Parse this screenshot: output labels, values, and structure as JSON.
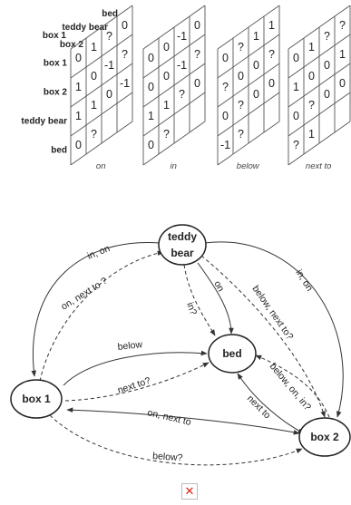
{
  "matrices": {
    "row_labels": [
      "box 1",
      "box 2",
      "teddy bear",
      "bed"
    ],
    "col_labels": [
      "box 1",
      "box 2",
      "teddy bear",
      "bed"
    ],
    "relations": [
      {
        "name": "on",
        "rows": [
          [
            "0",
            "1",
            "?",
            "0"
          ],
          [
            "1",
            "0",
            "-1",
            "?"
          ],
          [
            "1",
            "1",
            "0",
            "-1"
          ],
          [
            "0",
            "?",
            "",
            ""
          ]
        ]
      },
      {
        "name": "in",
        "rows": [
          [
            "0",
            "0",
            "-1",
            "0"
          ],
          [
            "0",
            "0",
            "-1",
            "?"
          ],
          [
            "1",
            "1",
            "?",
            "0"
          ],
          [
            "0",
            "?",
            "",
            ""
          ]
        ]
      },
      {
        "name": "below",
        "rows": [
          [
            "0",
            "?",
            "1",
            "1"
          ],
          [
            "?",
            "0",
            "0",
            "?"
          ],
          [
            "0",
            "?",
            "0",
            "0"
          ],
          [
            "-1",
            "?",
            "",
            ""
          ]
        ]
      },
      {
        "name": "next to",
        "rows": [
          [
            "0",
            "1",
            "?",
            "?"
          ],
          [
            "1",
            "0",
            "0",
            "1"
          ],
          [
            "0",
            "?",
            "0",
            "0"
          ],
          [
            "?",
            "1",
            "",
            ""
          ]
        ]
      }
    ]
  },
  "graph": {
    "nodes": {
      "teddy": [
        "teddy",
        "bear"
      ],
      "bed": "bed",
      "box1": "box 1",
      "box2": "box 2"
    },
    "edge_labels": {
      "teddy_box1_solid": "in, on",
      "teddy_box1_dashed": "on, next to ?",
      "teddy_bed_q": "in?",
      "teddy_bed_on": "on",
      "teddy_box2_dashed": "below, next to?",
      "teddy_box2_solid": "in, on",
      "box1_bed_solid": "below",
      "box1_bed_dashed": "next to?",
      "box1_box2_solid": "on, next to",
      "box1_box2_dashed": "below?",
      "bed_box2_dashed": "below, on, in?",
      "bed_box2_solid": "next to"
    }
  },
  "icons": {
    "broken_image": "broken-image-icon"
  }
}
